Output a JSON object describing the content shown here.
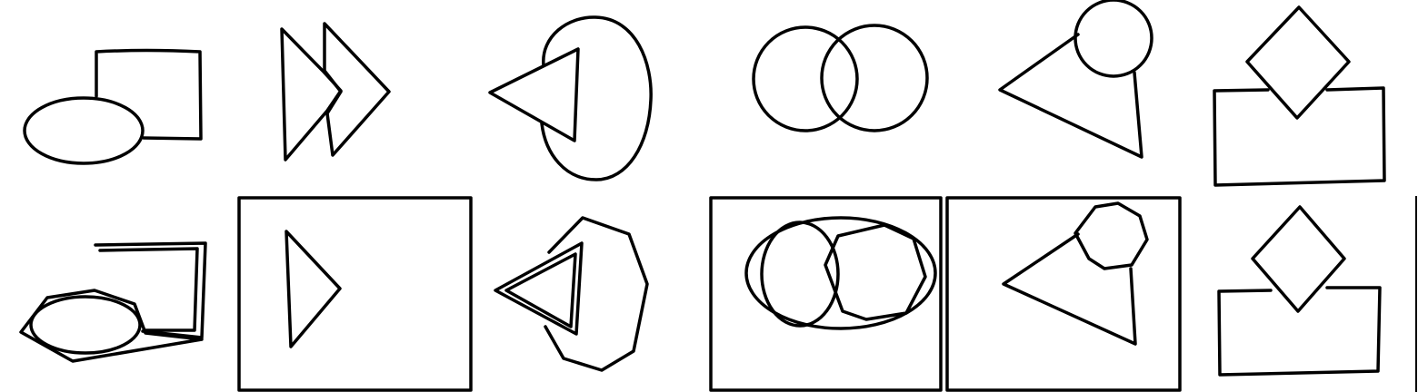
{
  "palette": {
    "background": "#ffffff",
    "ink": "#000000"
  },
  "rows": [
    {
      "role": "hand-drawn sketches",
      "cells": [
        {
          "shapes": [
            "ellipse",
            "rectangle"
          ],
          "boxed": false
        },
        {
          "shapes": [
            "arrow-head",
            "arrow-head"
          ],
          "boxed": false
        },
        {
          "shapes": [
            "triangle",
            "ellipse"
          ],
          "boxed": false
        },
        {
          "shapes": [
            "circle",
            "circle"
          ],
          "boxed": false
        },
        {
          "shapes": [
            "triangle",
            "circle"
          ],
          "boxed": false
        },
        {
          "shapes": [
            "diamond",
            "rectangle"
          ],
          "boxed": false
        }
      ]
    },
    {
      "role": "geometric reconstructions",
      "cells": [
        {
          "shapes": [
            "ellipse",
            "rectangle",
            "rectangle",
            "hexagon"
          ],
          "boxed": false
        },
        {
          "shapes": [
            "triangle"
          ],
          "boxed": true
        },
        {
          "shapes": [
            "triangle",
            "triangle",
            "heptagon"
          ],
          "boxed": false
        },
        {
          "shapes": [
            "circle",
            "ellipse",
            "ellipse",
            "hexagon"
          ],
          "boxed": true
        },
        {
          "shapes": [
            "triangle",
            "octagon"
          ],
          "boxed": true
        },
        {
          "shapes": [
            "diamond",
            "rectangle"
          ],
          "boxed": false
        }
      ]
    }
  ]
}
